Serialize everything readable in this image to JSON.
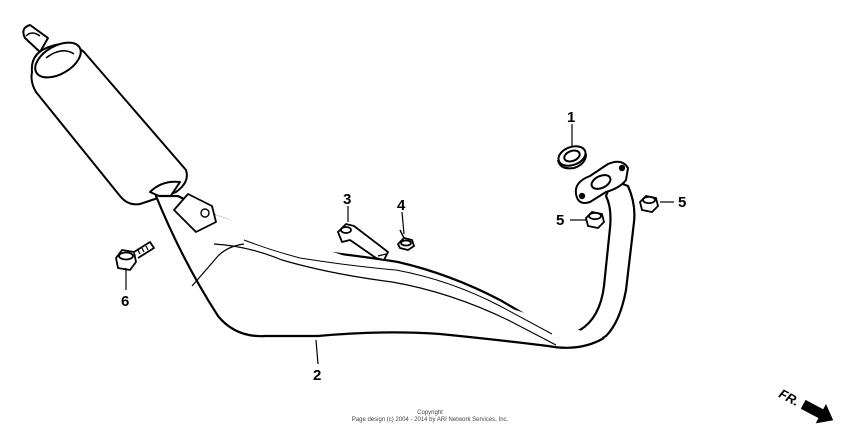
{
  "callouts": [
    {
      "id": "1",
      "label": "1"
    },
    {
      "id": "2",
      "label": "2"
    },
    {
      "id": "3",
      "label": "3"
    },
    {
      "id": "4",
      "label": "4"
    },
    {
      "id": "5a",
      "label": "5"
    },
    {
      "id": "5b",
      "label": "5"
    },
    {
      "id": "6",
      "label": "6"
    }
  ],
  "direction_marker": {
    "label": "FR.",
    "icon": "forward-arrow-icon"
  },
  "copyright": {
    "line1": "Copyright",
    "line2": "Page design (c) 2004 - 2014 by ARI Network Services, Inc."
  }
}
